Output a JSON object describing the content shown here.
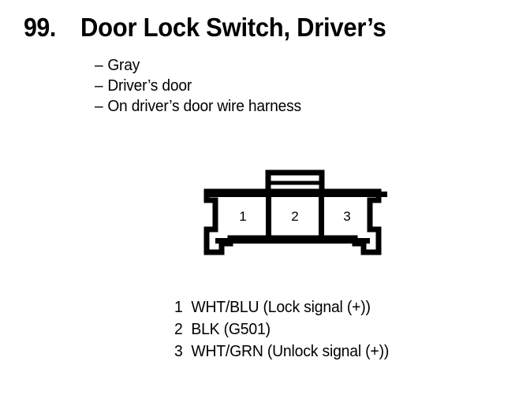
{
  "page": {
    "background_color": "#ffffff",
    "ink_color": "#000000"
  },
  "header": {
    "entry_number": "99.",
    "title": "Door Lock Switch, Driver’s"
  },
  "attributes": {
    "bullet_dash": "–",
    "items": [
      {
        "text": "Gray"
      },
      {
        "text": "Driver’s door"
      },
      {
        "text": "On driver’s door wire harness"
      }
    ]
  },
  "connector": {
    "name": "3-pin connector face view",
    "cavity_count": 3,
    "pin_labels": [
      "1",
      "2",
      "3"
    ],
    "locking_tab": "center-top-latch"
  },
  "pin_legend": {
    "rows": [
      {
        "pin": "1",
        "description": "WHT/BLU (Lock signal (+))"
      },
      {
        "pin": "2",
        "description": "BLK (G501)"
      },
      {
        "pin": "3",
        "description": "WHT/GRN (Unlock signal (+))"
      }
    ]
  }
}
